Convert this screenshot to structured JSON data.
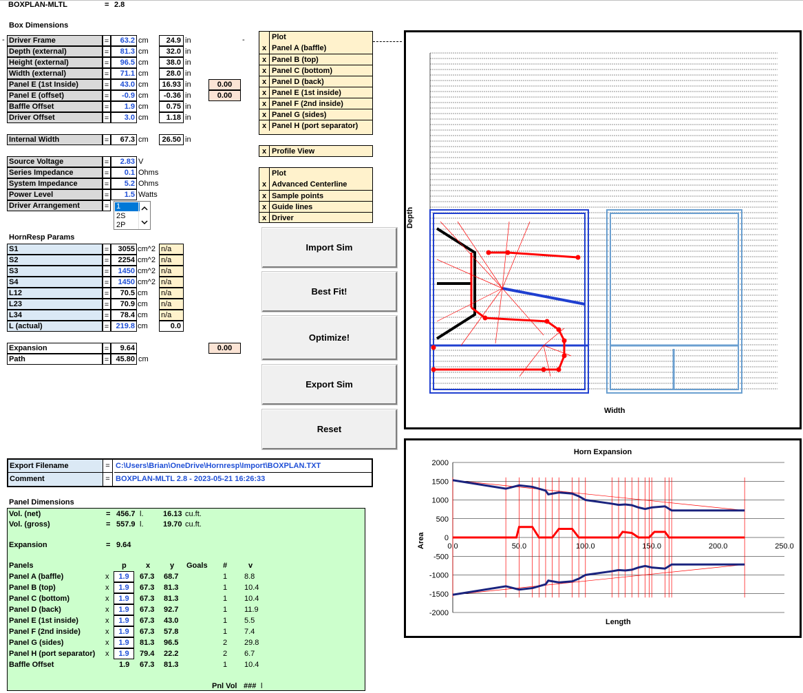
{
  "header": {
    "title": "BOXPLAN-MLTL",
    "eq": "=",
    "version": "2.8"
  },
  "box_dims": {
    "title": "Box Dimensions",
    "rows": [
      {
        "label": "Driver Frame",
        "value": "63.2",
        "unit": "cm",
        "inches": "24.9",
        "in_unit": "in"
      },
      {
        "label": "Depth (external)",
        "value": "81.3",
        "unit": "cm",
        "inches": "32.0",
        "in_unit": "in"
      },
      {
        "label": "Height (external)",
        "value": "96.5",
        "unit": "cm",
        "inches": "38.0",
        "in_unit": "in"
      },
      {
        "label": "Width (external)",
        "value": "71.1",
        "unit": "cm",
        "inches": "28.0",
        "in_unit": "in"
      },
      {
        "label": "Panel E (1st Inside)",
        "value": "43.0",
        "unit": "cm",
        "inches": "16.93",
        "in_unit": "in",
        "extra": "0.00"
      },
      {
        "label": "Panel E (offset)",
        "value": "-0.9",
        "unit": "cm",
        "inches": "-0.36",
        "in_unit": "in",
        "extra": "0.00"
      },
      {
        "label": "Baffle Offset",
        "value": "1.9",
        "unit": "cm",
        "inches": "0.75",
        "in_unit": "in"
      },
      {
        "label": "Driver Offset",
        "value": "3.0",
        "unit": "cm",
        "inches": "1.18",
        "in_unit": "in"
      }
    ],
    "internal_width": {
      "label": "Internal Width",
      "value": "67.3",
      "unit": "cm",
      "inches": "26.50",
      "in_unit": "in"
    },
    "dash1": "-",
    "dash2": "-"
  },
  "electrical": [
    {
      "label": "Source Voltage",
      "value": "2.83",
      "unit": "V"
    },
    {
      "label": "Series Impedance",
      "value": "0.1",
      "unit": "Ohms"
    },
    {
      "label": "System Impedance",
      "value": "5.2",
      "unit": "Ohms"
    },
    {
      "label": "Power Level",
      "value": "1.5",
      "unit": "Watts"
    }
  ],
  "driver_arrangement": {
    "label": "Driver Arrangement",
    "options": [
      "1",
      "2S",
      "2P"
    ],
    "selected": "1"
  },
  "hornresp": {
    "title": "HornResp Params",
    "rows": [
      {
        "label": "S1",
        "value": "3055",
        "unit": "cm^2",
        "na": "n/a"
      },
      {
        "label": "S2",
        "value": "2254",
        "unit": "cm^2",
        "na": "n/a"
      },
      {
        "label": "S3",
        "value": "1450",
        "unit": "cm^2",
        "na": "n/a"
      },
      {
        "label": "S4",
        "value": "1450",
        "unit": "cm^2",
        "na": "n/a"
      },
      {
        "label": "L12",
        "value": "70.5",
        "unit": "cm",
        "na": "n/a"
      },
      {
        "label": "L23",
        "value": "70.9",
        "unit": "cm",
        "na": "n/a"
      },
      {
        "label": "L34",
        "value": "78.4",
        "unit": "cm",
        "na": "n/a"
      },
      {
        "label": "L (actual)",
        "value": "219.8",
        "unit": "cm",
        "na": "0.0"
      }
    ]
  },
  "expansion": {
    "label": "Expansion",
    "value": "9.64",
    "extra": "0.00"
  },
  "path": {
    "label": "Path",
    "value": "45.80",
    "unit": "cm"
  },
  "plot1": {
    "header": "Plot",
    "items": [
      {
        "check": "x",
        "label": "Panel A (baffle)"
      },
      {
        "check": "x",
        "label": "Panel B (top)"
      },
      {
        "check": "x",
        "label": "Panel C (bottom)"
      },
      {
        "check": "x",
        "label": "Panel D (back)"
      },
      {
        "check": "x",
        "label": "Panel E (1st inside)"
      },
      {
        "check": "x",
        "label": "Panel F (2nd inside)"
      },
      {
        "check": "x",
        "label": "Panel G (sides)"
      },
      {
        "check": "x",
        "label": "Panel H (port separator)"
      }
    ]
  },
  "profile_view": {
    "check": "x",
    "label": "Profile View"
  },
  "plot2": {
    "header": "Plot",
    "items": [
      {
        "check": "x",
        "label": "Advanced Centerline"
      },
      {
        "check": "x",
        "label": "Sample points"
      },
      {
        "check": "x",
        "label": "Guide lines"
      },
      {
        "check": "x",
        "label": "Driver"
      }
    ]
  },
  "buttons": {
    "import": "Import Sim",
    "bestfit": "Best Fit!",
    "optimize": "Optimize!",
    "export": "Export Sim",
    "reset": "Reset"
  },
  "export": {
    "filename_label": "Export Filename",
    "filename": "C:\\Users\\Brian\\OneDrive\\Hornresp\\Import\\BOXPLAN.TXT",
    "comment_label": "Comment",
    "comment": "BOXPLAN-MLTL 2.8 - 2023-05-21 16:26:33"
  },
  "panel_dims": {
    "title": "Panel Dimensions",
    "vol_net": {
      "label": "Vol. (net)",
      "value": "456.7",
      "unit": "l.",
      "cuft": "16.13",
      "cuft_unit": "cu.ft."
    },
    "vol_gross": {
      "label": "Vol. (gross)",
      "value": "557.9",
      "unit": "l.",
      "cuft": "19.70",
      "cuft_unit": "cu.ft."
    },
    "expansion": {
      "label": "Expansion",
      "value": "9.64"
    },
    "headers": {
      "panels": "Panels",
      "p": "p",
      "x": "x",
      "y": "y",
      "goals": "Goals",
      "n": "#",
      "v": "v"
    },
    "rows": [
      {
        "label": "Panel A (baffle)",
        "check": "x",
        "p": "1.9",
        "x": "67.3",
        "y": "68.7",
        "n": "1",
        "v": "8.8"
      },
      {
        "label": "Panel B (top)",
        "check": "x",
        "p": "1.9",
        "x": "67.3",
        "y": "81.3",
        "n": "1",
        "v": "10.4"
      },
      {
        "label": "Panel C (bottom)",
        "check": "x",
        "p": "1.9",
        "x": "67.3",
        "y": "81.3",
        "n": "1",
        "v": "10.4"
      },
      {
        "label": "Panel D (back)",
        "check": "x",
        "p": "1.9",
        "x": "67.3",
        "y": "92.7",
        "n": "1",
        "v": "11.9"
      },
      {
        "label": "Panel E (1st inside)",
        "check": "x",
        "p": "1.9",
        "x": "67.3",
        "y": "43.0",
        "n": "1",
        "v": "5.5"
      },
      {
        "label": "Panel F (2nd inside)",
        "check": "x",
        "p": "1.9",
        "x": "67.3",
        "y": "57.8",
        "n": "1",
        "v": "7.4"
      },
      {
        "label": "Panel G (sides)",
        "check": "x",
        "p": "1.9",
        "x": "81.3",
        "y": "96.5",
        "n": "2",
        "v": "29.8"
      },
      {
        "label": "Panel H (port separator)",
        "check": "x",
        "p": "1.9",
        "x": "79.4",
        "y": "22.2",
        "n": "2",
        "v": "6.7"
      }
    ],
    "baffle_offset": {
      "label": "Baffle Offset",
      "p": "1.9",
      "x": "67.3",
      "y": "81.3",
      "n": "1",
      "v": "10.4"
    },
    "pnl_vol_label": "Pnl Vol",
    "pnl_vol_value": "###",
    "pnl_vol_unit": "l"
  },
  "profile_chart": {
    "xlabel": "Width",
    "ylabel": "Depth"
  },
  "chart_data": {
    "type": "line",
    "title": "Horn Expansion",
    "xlabel": "Length",
    "ylabel": "Area",
    "xlim": [
      0,
      250
    ],
    "ylim": [
      -2000,
      2000
    ],
    "x_ticks": [
      "0.0",
      "50.0",
      "100.0",
      "150.0",
      "200.0",
      "250.0"
    ],
    "y_ticks": [
      "2000",
      "1500",
      "1000",
      "500",
      "0",
      "-500",
      "-1000",
      "-1500",
      "-2000"
    ],
    "grid": true,
    "series": [
      {
        "values": [
          [
            0,
            1528
          ],
          [
            40,
            1300
          ],
          [
            50,
            1390
          ],
          [
            60,
            1350
          ],
          [
            70,
            1250
          ],
          [
            72,
            1150
          ],
          [
            80,
            1200
          ],
          [
            90,
            1170
          ],
          [
            95,
            1100
          ],
          [
            100,
            1000
          ],
          [
            120,
            900
          ],
          [
            125,
            870
          ],
          [
            130,
            880
          ],
          [
            135,
            860
          ],
          [
            140,
            800
          ],
          [
            145,
            760
          ],
          [
            150,
            800
          ],
          [
            160,
            830
          ],
          [
            165,
            720
          ],
          [
            220,
            720
          ]
        ]
      },
      {
        "values": [
          [
            0,
            -1528
          ],
          [
            40,
            -1300
          ],
          [
            50,
            -1390
          ],
          [
            60,
            -1350
          ],
          [
            70,
            -1250
          ],
          [
            72,
            -1150
          ],
          [
            80,
            -1200
          ],
          [
            90,
            -1170
          ],
          [
            95,
            -1100
          ],
          [
            100,
            -1000
          ],
          [
            120,
            -900
          ],
          [
            125,
            -870
          ],
          [
            130,
            -880
          ],
          [
            135,
            -860
          ],
          [
            140,
            -800
          ],
          [
            145,
            -760
          ],
          [
            150,
            -800
          ],
          [
            160,
            -830
          ],
          [
            165,
            -720
          ],
          [
            220,
            -720
          ]
        ]
      },
      {
        "values": [
          [
            0,
            0
          ],
          [
            48,
            0
          ],
          [
            50,
            280
          ],
          [
            60,
            280
          ],
          [
            65,
            0
          ],
          [
            75,
            0
          ],
          [
            80,
            230
          ],
          [
            90,
            230
          ],
          [
            95,
            0
          ],
          [
            125,
            0
          ],
          [
            128,
            150
          ],
          [
            135,
            120
          ],
          [
            140,
            0
          ],
          [
            148,
            0
          ],
          [
            152,
            150
          ],
          [
            160,
            150
          ],
          [
            163,
            0
          ],
          [
            220,
            0
          ]
        ]
      }
    ],
    "guides_x": [
      0,
      40,
      50,
      60,
      65,
      70,
      75,
      80,
      90,
      95,
      100,
      120,
      125,
      130,
      135,
      140,
      145,
      148,
      150,
      160,
      163,
      165,
      220
    ]
  },
  "colors": {
    "navy": "#1a237e",
    "red": "#ff0000",
    "blue": "#1f3fd0",
    "lightblue": "#6a9fd0"
  }
}
